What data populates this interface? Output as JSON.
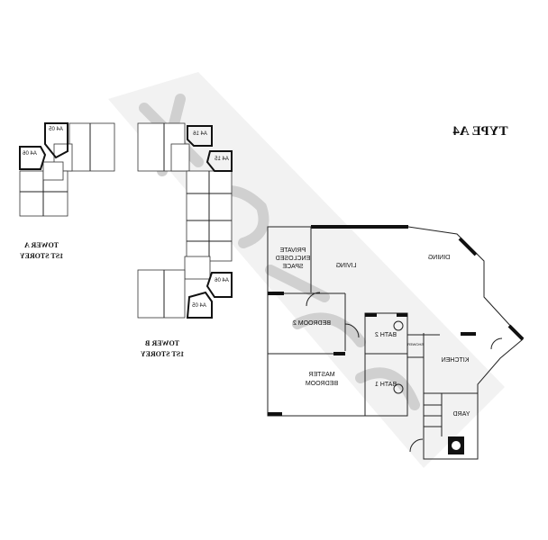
{
  "title": "TYPE A4",
  "towers": [
    {
      "name": "TOWER A",
      "storey": "1ST STOREY",
      "units": [
        "A4 05",
        "A4 06"
      ]
    },
    {
      "name": "TOWER B",
      "storey": "1ST STOREY",
      "units": [
        "A4 16",
        "A4 15",
        "A4 06",
        "A4 05"
      ]
    }
  ],
  "rooms": {
    "private": [
      "PRIVATE",
      "ENCLOSED",
      "SPACE"
    ],
    "living": "LIVING",
    "dining": "DINING",
    "bedroom2": "BEDROOM 2",
    "master": [
      "MASTER",
      "BEDROOM"
    ],
    "bath2": "BATH 2",
    "bath1": "BATH 1",
    "shower": "SHOWER",
    "kitchen": "KITCHEN",
    "yard": "YARD"
  },
  "colors": {
    "line": "#222222",
    "watermark": "#dcdcdc"
  }
}
